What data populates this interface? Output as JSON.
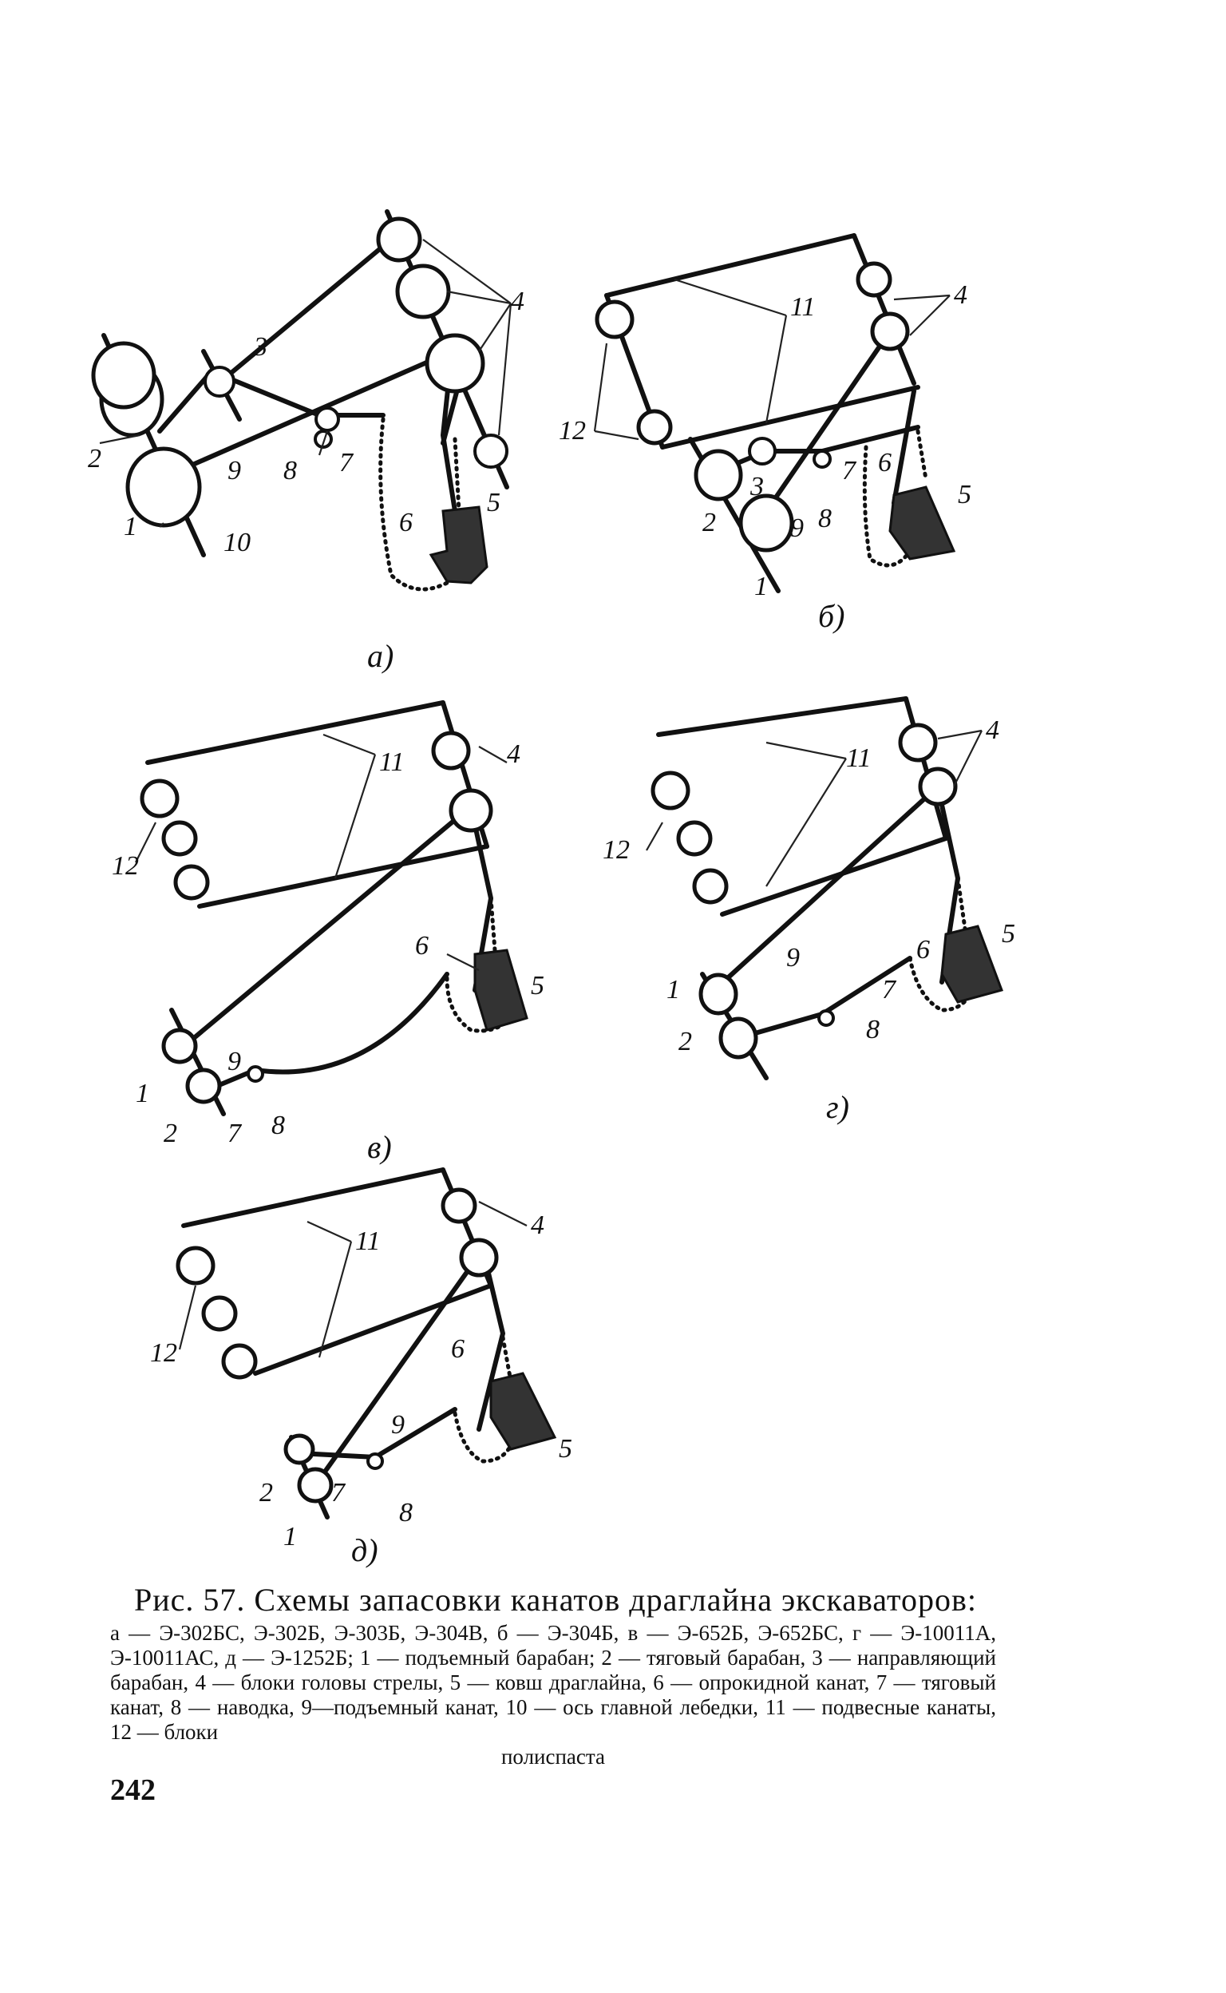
{
  "figure": {
    "label_prefix": "Рис. 57.",
    "title": "Схемы запасовки канатов драглайна экскаваторов:",
    "legend_text": "а — Э-302БС, Э-302Б, Э-303Б, Э-304В, б — Э-304Б, в — Э-652Б, Э-652БС, г — Э-10011А, Э-10011АС, д — Э-1252Б; 1 — подъемный барабан; 2 — тяговый барабан, 3 — направляющий барабан, 4 — блоки головы стрелы, 5 — ковш драглайна, 6 — опрокидной канат, 7 — тяговый канат, 8 — наводка, 9—подъемный канат, 10 — ось главной лебедки, 11 — подвесные канаты, 12 — блоки",
    "legend_tail": "полиспаста"
  },
  "panels": {
    "a": {
      "label": "а)",
      "n1": "1",
      "n2": "2",
      "n3": "3",
      "n4": "4",
      "n5": "5",
      "n6": "6",
      "n7": "7",
      "n8": "8",
      "n9": "9",
      "n10": "10"
    },
    "b": {
      "label": "б)",
      "n1": "1",
      "n2": "2",
      "n3": "3",
      "n4": "4",
      "n5": "5",
      "n6": "6",
      "n7": "7",
      "n8": "8",
      "n9": "9",
      "n11": "11",
      "n12": "12"
    },
    "v": {
      "label": "в)",
      "n1": "1",
      "n2": "2",
      "n4": "4",
      "n5": "5",
      "n6": "6",
      "n7": "7",
      "n8": "8",
      "n9": "9",
      "n11": "11",
      "n12": "12"
    },
    "g": {
      "label": "г)",
      "n1": "1",
      "n2": "2",
      "n4": "4",
      "n5": "5",
      "n6": "6",
      "n7": "7",
      "n8": "8",
      "n9": "9",
      "n11": "11",
      "n12": "12"
    },
    "d": {
      "label": "д)",
      "n1": "1",
      "n2": "2",
      "n4": "4",
      "n5": "5",
      "n6": "6",
      "n7": "7",
      "n8": "8",
      "n9": "9",
      "n11": "11",
      "n12": "12"
    }
  },
  "page_number": "242"
}
